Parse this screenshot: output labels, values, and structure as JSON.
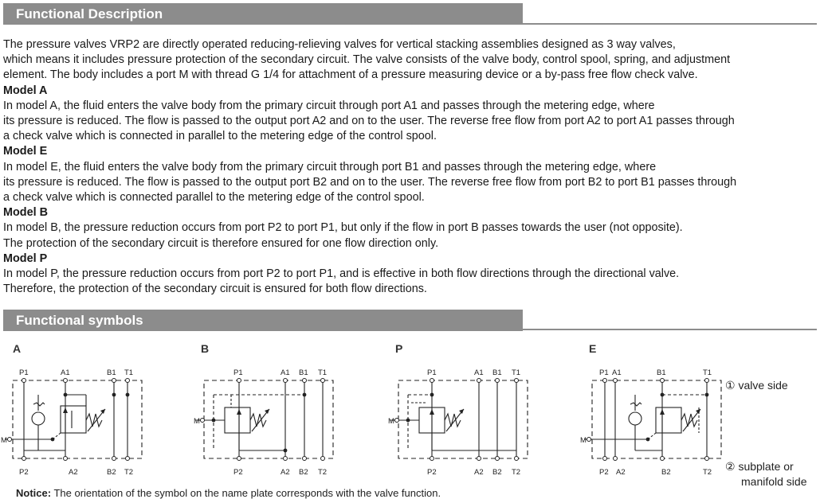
{
  "functional_description": {
    "title": "Functional Description",
    "intro_lines": [
      "The pressure valves VRP2 are directly operated reducing-relieving valves for vertical stacking assemblies designed as 3 way valves,",
      "which means it includes pressure protection of the secondary circuit. The valve consists of the valve body, control spool, spring, and adjustment",
      "element. The body includes a port M with thread G 1/4 for attachment of a pressure measuring device or a by-pass free flow check valve."
    ],
    "models": [
      {
        "title": "Model A",
        "lines": [
          "In model A, the fluid enters the valve body from the primary circuit through port A1 and passes through the metering edge, where",
          "its pressure is reduced. The flow is passed to the output port A2 and on to the user. The reverse free flow from port A2 to port A1 passes through",
          "a check valve which is connected in parallel to the metering edge of the control spool."
        ]
      },
      {
        "title": "Model E",
        "lines": [
          "In model E, the fluid enters the valve body from the primary circuit through port B1 and passes through the metering edge, where",
          "its pressure is reduced. The flow is passed to the output port B2 and on to the user. The reverse free flow from port B2 to port B1 passes through",
          "a check valve which is connected parallel to the metering edge of the control spool."
        ]
      },
      {
        "title": "Model B",
        "lines": [
          "In model B, the pressure reduction occurs from port P2 to port P1, but only if the flow in port B passes towards the user (not opposite).",
          "The protection of the secondary circuit is therefore ensured for one flow direction only."
        ]
      },
      {
        "title": "Model P",
        "lines": [
          "In model P, the pressure reduction occurs from port P2 to port P1, and is effective in both flow directions through the directional valve.",
          "Therefore, the protection of the secondary circuit is ensured for both flow directions."
        ]
      }
    ]
  },
  "functional_symbols": {
    "title": "Functional symbols",
    "symbols": [
      {
        "label": "A",
        "top_ports": [
          "P1",
          "A1",
          "B1",
          "T1"
        ],
        "bottom_ports": [
          "P2",
          "A2",
          "B2",
          "T2"
        ],
        "m_port": "M"
      },
      {
        "label": "B",
        "top_ports": [
          "P1",
          "A1",
          "B1",
          "T1"
        ],
        "bottom_ports": [
          "P2",
          "A2",
          "B2",
          "T2"
        ],
        "m_port": "M"
      },
      {
        "label": "P",
        "top_ports": [
          "P1",
          "A1",
          "B1",
          "T1"
        ],
        "bottom_ports": [
          "P2",
          "A2",
          "B2",
          "T2"
        ],
        "m_port": "M"
      },
      {
        "label": "E",
        "top_ports": [
          "P1",
          "A1",
          "B1",
          "T1"
        ],
        "bottom_ports": [
          "P2",
          "A2",
          "B2",
          "T2"
        ],
        "m_port": "M"
      }
    ],
    "legend": {
      "valve_side": "① valve side",
      "subplate_line1": "② subplate or",
      "subplate_line2": "manifold side"
    }
  },
  "notice": {
    "label": "Notice:",
    "text": "The orientation of the symbol on the name plate corresponds with the valve function."
  }
}
